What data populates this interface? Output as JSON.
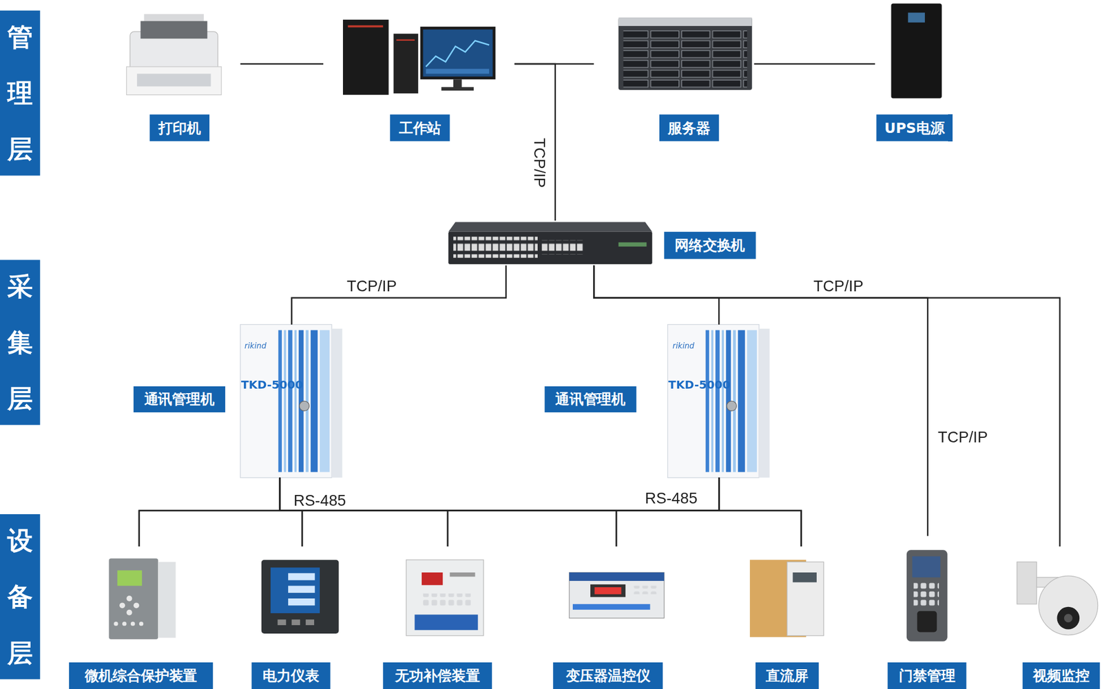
{
  "diagram": {
    "nodes": [
      {
        "text": [
          "管理层"
        ]
      },
      {
        "text": [
          "采集层"
        ]
      },
      {
        "text": [
          "设备层"
        ]
      },
      {
        "text": [
          "打印机"
        ]
      },
      {
        "text": [
          "工作站"
        ]
      },
      {
        "text": [
          "服务器"
        ]
      },
      {
        "text": [
          "UPS电源"
        ]
      },
      {
        "text": [
          "网络交换机"
        ]
      },
      {
        "text": [
          "通讯管理机",
          "rikind",
          "TKD-5000"
        ]
      },
      {
        "text": [
          "通讯管理机",
          "rikind",
          "TKD-5000"
        ]
      },
      {
        "text": [
          "微机综合保护装置"
        ]
      },
      {
        "text": [
          "电力仪表"
        ]
      },
      {
        "text": [
          "无功补偿装置"
        ]
      },
      {
        "text": [
          "变压器温控仪"
        ]
      },
      {
        "text": [
          "直流屏"
        ]
      },
      {
        "text": [
          "门禁管理"
        ]
      },
      {
        "text": [
          "视频监控"
        ]
      }
    ],
    "edges": [
      {
        "from": 3,
        "to": 4,
        "arrow": "none"
      },
      {
        "from": 4,
        "to": 5,
        "arrow": "none"
      },
      {
        "from": 5,
        "to": 6,
        "arrow": "none"
      },
      {
        "from": 7,
        "to": 4,
        "label": "TCP/IP",
        "arrow": "none"
      },
      {
        "from": 7,
        "to": 8,
        "label": "TCP/IP",
        "arrow": "none"
      },
      {
        "from": 7,
        "to": 9,
        "arrow": "none"
      },
      {
        "from": 7,
        "to": 15,
        "label": "TCP/IP",
        "arrow": "none"
      },
      {
        "from": 7,
        "to": 16,
        "label": "TCP/IP",
        "arrow": "none"
      },
      {
        "from": 8,
        "to": 10,
        "label": "RS-485",
        "arrow": "none"
      },
      {
        "from": 8,
        "to": 11,
        "arrow": "none"
      },
      {
        "from": 8,
        "to": 12,
        "arrow": "none"
      },
      {
        "from": 8,
        "to": 13,
        "arrow": "none"
      },
      {
        "from": 8,
        "to": 14,
        "arrow": "none"
      },
      {
        "from": 9,
        "to": 10,
        "label": "RS-485",
        "arrow": "none"
      },
      {
        "from": 9,
        "to": 11,
        "arrow": "none"
      },
      {
        "from": 9,
        "to": 12,
        "arrow": "none"
      },
      {
        "from": 9,
        "to": 13,
        "arrow": "none"
      },
      {
        "from": 9,
        "to": 14,
        "arrow": "none"
      }
    ]
  }
}
